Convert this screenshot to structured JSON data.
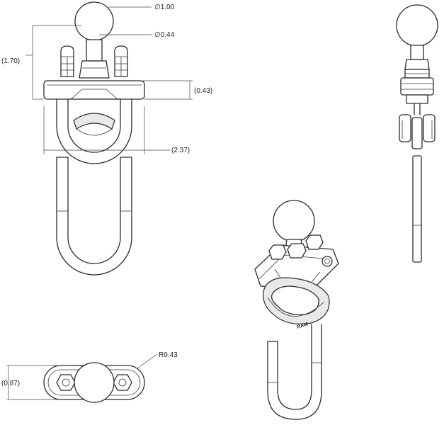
{
  "dimensions": {
    "ball_diameter": "∅1.00",
    "post_diameter": "∅0.44",
    "overall_height": "(1.70)",
    "base_height": "(0.43)",
    "width": "(2.37)",
    "radius": "R0.43",
    "depth": "(0.87)"
  },
  "logo": "RAM"
}
